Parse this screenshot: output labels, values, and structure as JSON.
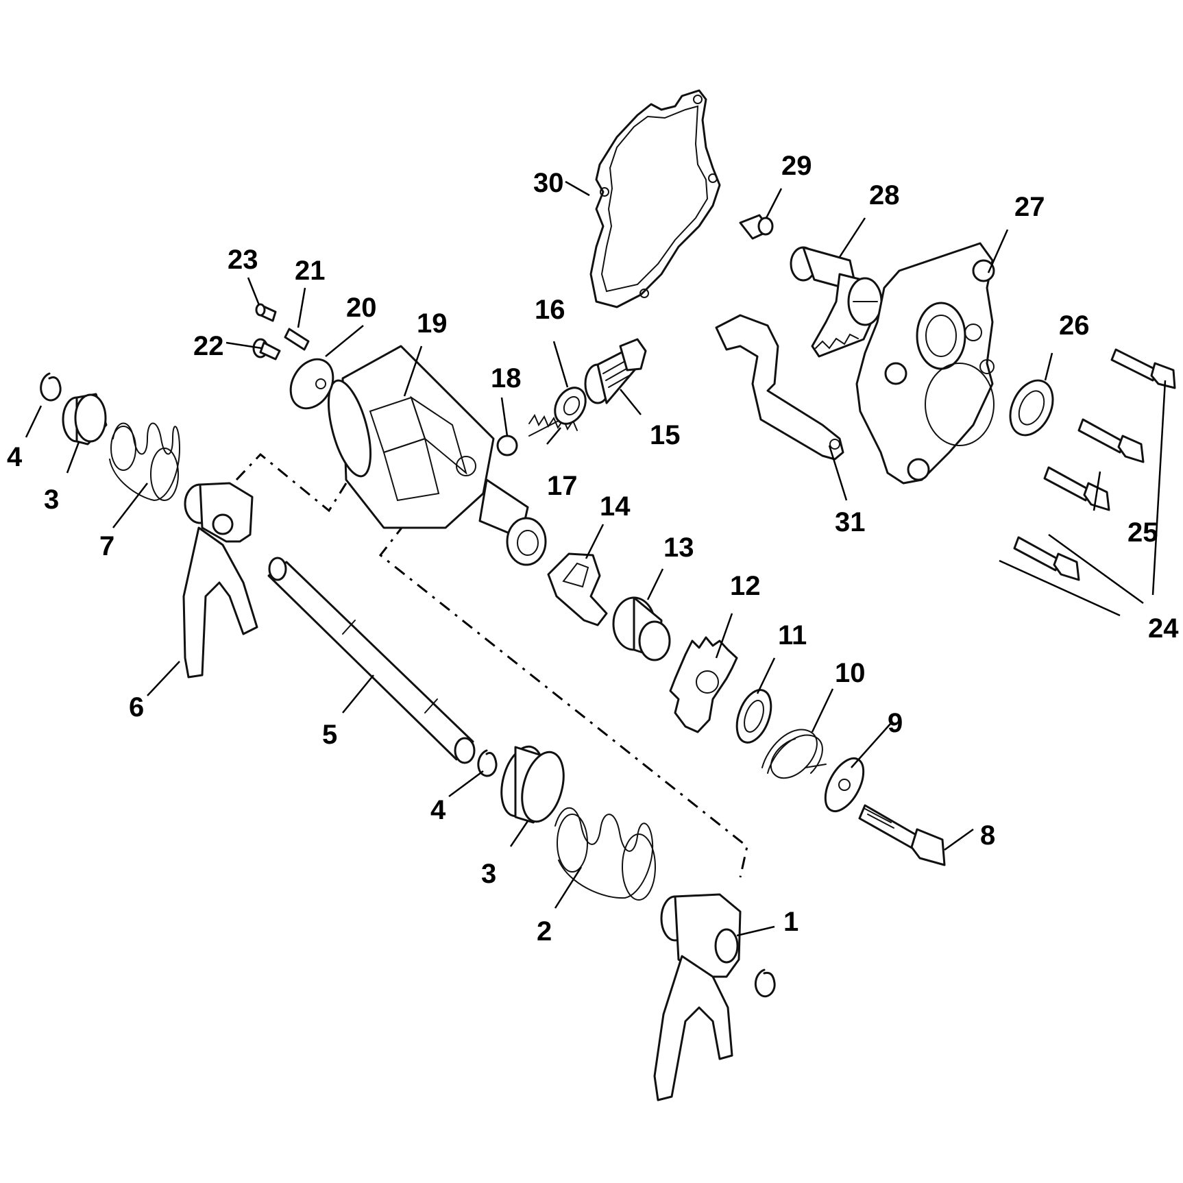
{
  "figure": {
    "kind": "exploded-parts-diagram",
    "line_color": "#111111",
    "background": "#ffffff"
  },
  "callouts": {
    "c1": "1",
    "c2": "2",
    "c3a": "3",
    "c3b": "3",
    "c4a": "4",
    "c4b": "4",
    "c5": "5",
    "c6": "6",
    "c7": "7",
    "c8": "8",
    "c9": "9",
    "c10": "10",
    "c11": "11",
    "c12": "12",
    "c13": "13",
    "c14": "14",
    "c15": "15",
    "c16": "16",
    "c17": "17",
    "c18": "18",
    "c19": "19",
    "c20": "20",
    "c21": "21",
    "c22": "22",
    "c23": "23",
    "c24": "24",
    "c25": "25",
    "c26": "26",
    "c27": "27",
    "c28": "28",
    "c29": "29",
    "c30": "30",
    "c31": "31"
  }
}
